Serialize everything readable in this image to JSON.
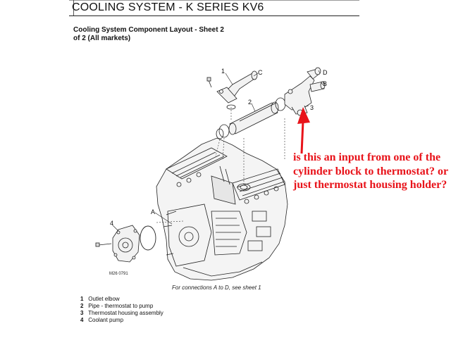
{
  "header": {
    "title": "COOLING SYSTEM - K SERIES KV6"
  },
  "section": {
    "title": "Cooling System Component Layout - Sheet 2 of 2 (All markets)"
  },
  "figure": {
    "code": "M26 0791",
    "note": "For connections A to D, see sheet 1",
    "callouts": {
      "one": "1",
      "two": "2",
      "three": "3",
      "four": "4",
      "A": "A",
      "B": "B",
      "C": "C",
      "D": "D"
    }
  },
  "legend": [
    {
      "num": "1",
      "label": "Outlet elbow"
    },
    {
      "num": "2",
      "label": "Pipe - thermostat to pump"
    },
    {
      "num": "3",
      "label": "Thermostat housing assembly"
    },
    {
      "num": "4",
      "label": "Coolant pump"
    }
  ],
  "annotation": {
    "text": "is this an input from one of the cylinder block to thermostat? or just thermostat housing holder?",
    "color": "#e8131a"
  }
}
